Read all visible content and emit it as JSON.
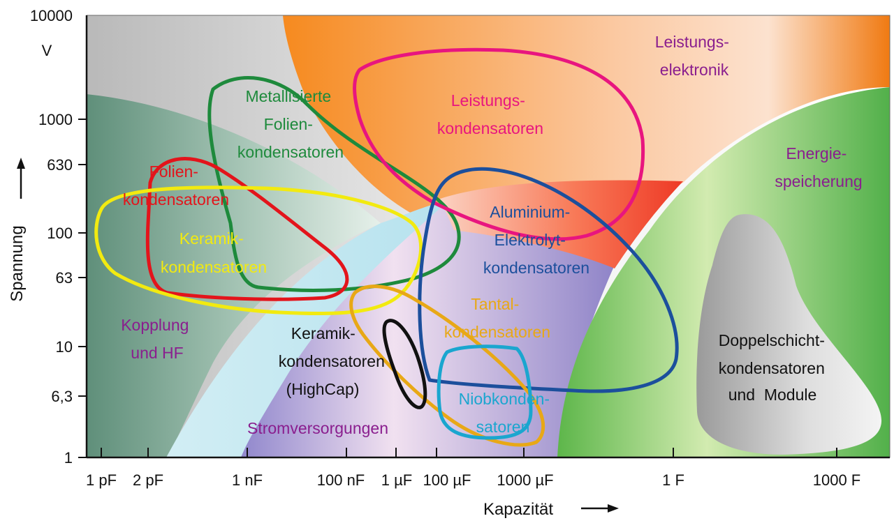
{
  "axes": {
    "y_title": "Spannung",
    "x_title": "Kapazität",
    "y_unit": "V",
    "y_ticks": [
      "10000",
      "1000",
      "630",
      "100",
      "63",
      "10",
      "6,3",
      "1"
    ],
    "x_ticks": [
      "1 pF",
      "2 pF",
      "1 nF",
      "100 nF",
      "1 µF",
      "100 µF",
      "1000 µF",
      "1 F",
      "1000 F"
    ]
  },
  "application_areas": {
    "power_electronics": [
      "Leistungs-",
      "elektronik"
    ],
    "energy_storage": [
      "Energie-",
      "speicherung"
    ],
    "coupling_hf": [
      "Kopplung",
      "und HF"
    ],
    "power_supplies": [
      "Stromversorgungen"
    ]
  },
  "capacitor_types": {
    "metallized_film": [
      "Metallisierte",
      "Folien-",
      "kondensatoren"
    ],
    "power_caps": [
      "Leistungs-",
      "kondensatoren"
    ],
    "film": [
      "Folien-",
      "kondensatoren"
    ],
    "ceramic": [
      "Keramik-",
      "kondensatoren"
    ],
    "aluminium_electrolytic": [
      "Aluminium-",
      "Elektrolyt-",
      "kondensatoren"
    ],
    "tantalum": [
      "Tantal-",
      "kondensatoren"
    ],
    "ceramic_highcap": [
      "Keramik-",
      "kondensatoren",
      "(HighCap)"
    ],
    "niobium": [
      "Niobkonden-",
      "satoren"
    ],
    "double_layer": [
      "Doppelschicht-",
      "kondensatoren",
      "und  Module"
    ]
  },
  "colors": {
    "metallized_film": "#1e8a3c",
    "power_caps": "#e8157f",
    "film": "#e3141b",
    "ceramic": "#f2ea10",
    "aluminium_electrolytic": "#1c4f9c",
    "tantalum": "#e8a816",
    "ceramic_highcap": "#111111",
    "niobium": "#1aa6cf",
    "application_label": "#8a1e8e"
  }
}
